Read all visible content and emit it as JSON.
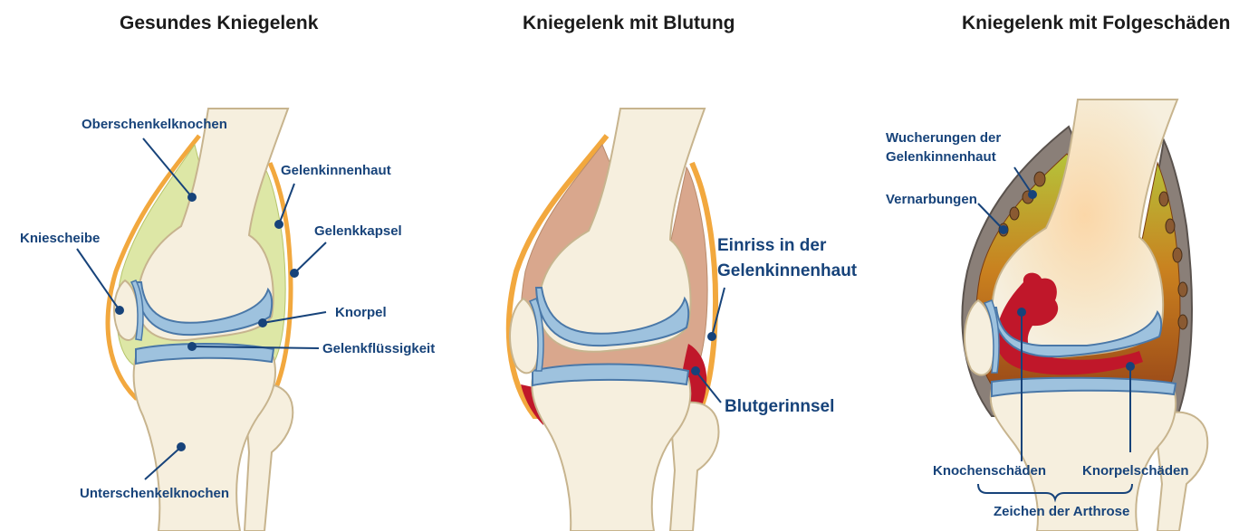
{
  "titles": {
    "healthy": "Gesundes Kniegelenk",
    "bleeding": "Kniegelenk mit Blutung",
    "damage": "Kniegelenk mit Folgeschäden"
  },
  "healthy_labels": {
    "femur": "Oberschenkelknochen",
    "synovium": "Gelenkinnenhaut",
    "capsule": "Gelenkkapsel",
    "patella": "Kniescheibe",
    "cartilage": "Knorpel",
    "fluid": "Gelenkflüssigkeit",
    "tibia": "Unterschenkelknochen"
  },
  "bleeding_labels": {
    "tear_line1": "Einriss in der",
    "tear_line2": "Gelenkinnenhaut",
    "clot": "Blutgerinnsel"
  },
  "damage_labels": {
    "growth_line1": "Wucherungen der",
    "growth_line2": "Gelenkinnenhaut",
    "scarring": "Vernarbungen",
    "bone_damage": "Knochenschäden",
    "cartilage_damage": "Knorpelschäden",
    "arthrosis": "Zeichen der Arthrose"
  },
  "colors": {
    "bone": "#f6efde",
    "bone_outline": "#c7b48e",
    "cartilage": "#9ec2de",
    "cartilage_outline": "#4a78a8",
    "synovium": "#dde7a6",
    "capsule": "#f2a83e",
    "blood": "#c0172a",
    "label": "#17437a",
    "leader": "#17437a"
  }
}
